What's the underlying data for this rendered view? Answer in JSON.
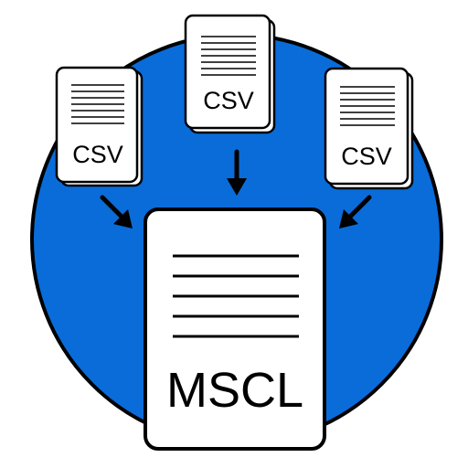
{
  "colors": {
    "circle_fill": "#0A6CD9",
    "outline": "#000000",
    "paper": "#ffffff"
  },
  "small_documents": [
    {
      "label": "CSV",
      "icon": "csv-document-icon"
    },
    {
      "label": "CSV",
      "icon": "csv-document-icon"
    },
    {
      "label": "CSV",
      "icon": "csv-document-icon"
    }
  ],
  "main_document": {
    "label": "MSCL",
    "icon": "mscl-document-icon"
  },
  "arrows": [
    "arrow-down-right-icon",
    "arrow-down-icon",
    "arrow-down-left-icon"
  ]
}
